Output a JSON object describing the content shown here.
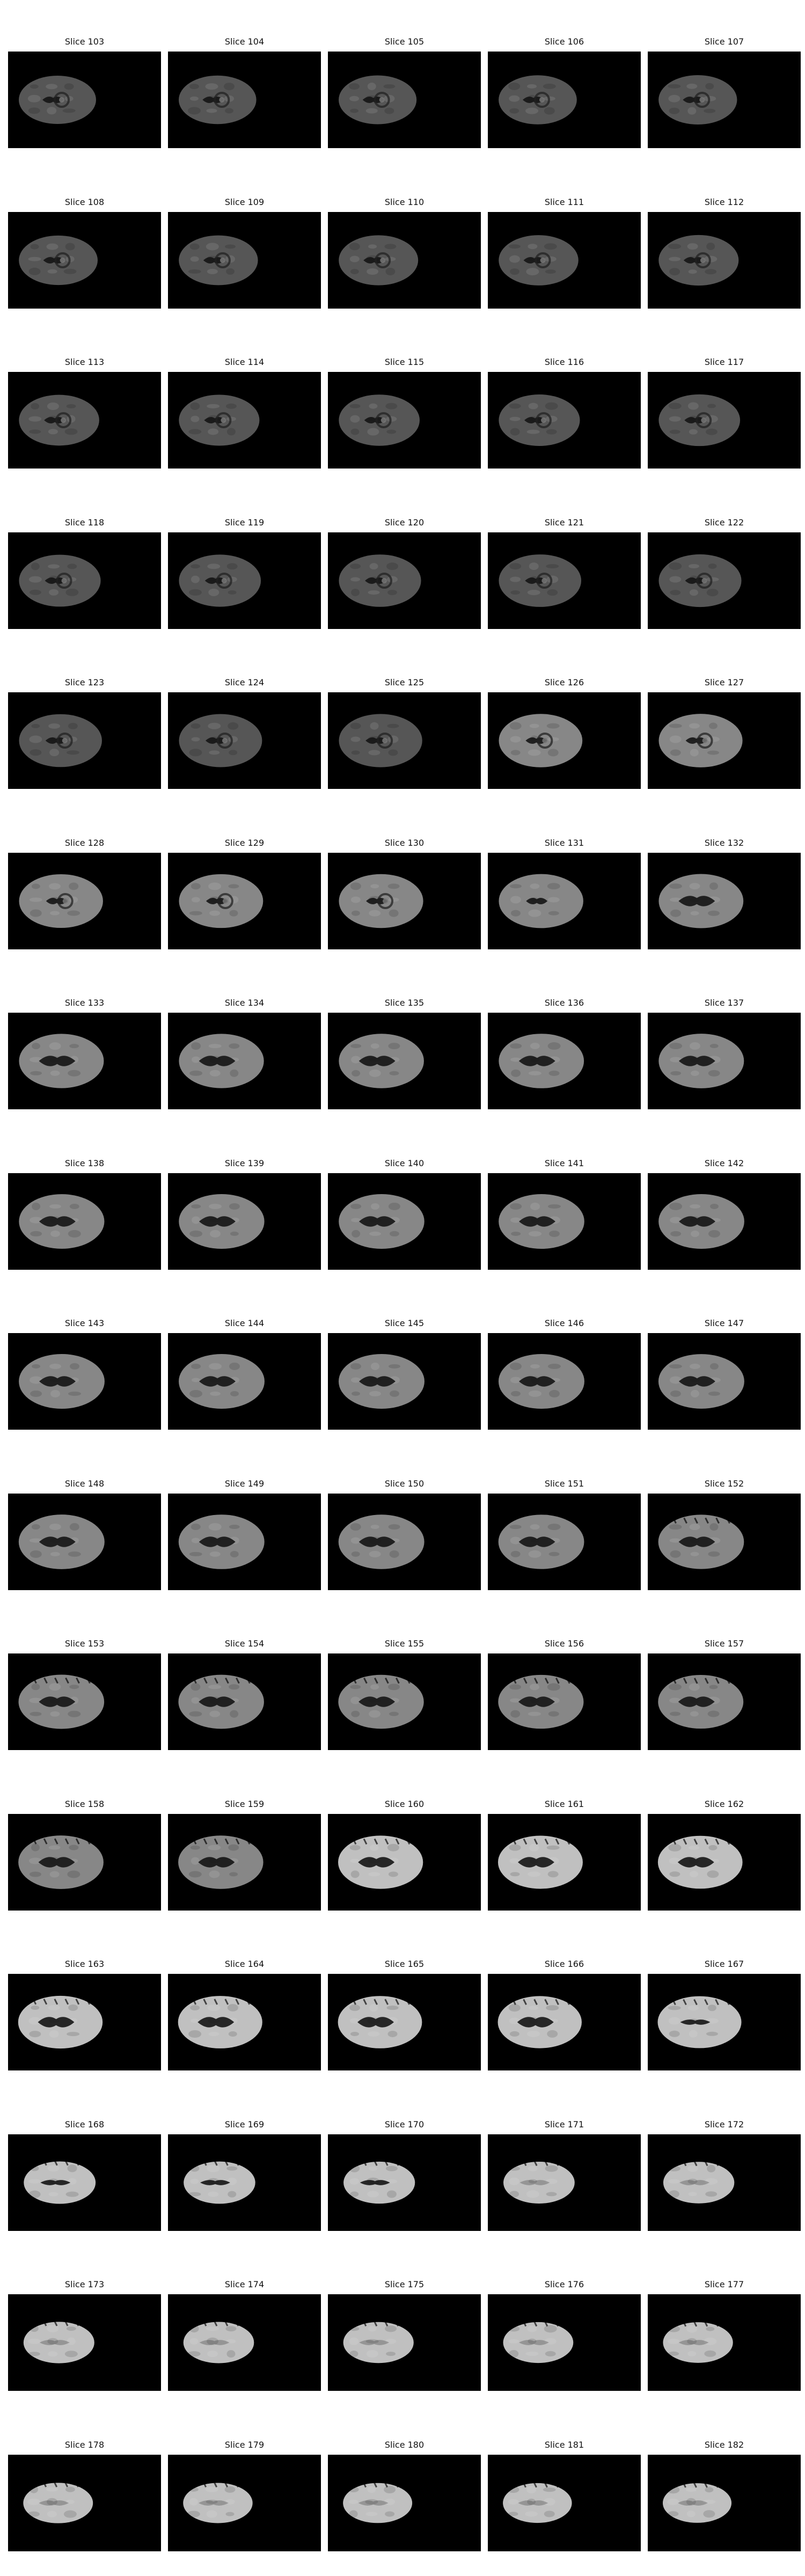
{
  "figure": {
    "columns": 5,
    "colors": {
      "background": "#000000",
      "tissue_dark": "#5a5a5a",
      "tissue_mid": "#8d8d8d",
      "tissue_light": "#c8c8c8",
      "ventricle": "#151515"
    },
    "slices": [
      {
        "title": "Slice 103"
      },
      {
        "title": "Slice 104"
      },
      {
        "title": "Slice 105"
      },
      {
        "title": "Slice 106"
      },
      {
        "title": "Slice 107"
      },
      {
        "title": "Slice 108"
      },
      {
        "title": "Slice 109"
      },
      {
        "title": "Slice 110"
      },
      {
        "title": "Slice 111"
      },
      {
        "title": "Slice 112"
      },
      {
        "title": "Slice 113"
      },
      {
        "title": "Slice 114"
      },
      {
        "title": "Slice 115"
      },
      {
        "title": "Slice 116"
      },
      {
        "title": "Slice 117"
      },
      {
        "title": "Slice 118"
      },
      {
        "title": "Slice 119"
      },
      {
        "title": "Slice 120"
      },
      {
        "title": "Slice 121"
      },
      {
        "title": "Slice 122"
      },
      {
        "title": "Slice 123"
      },
      {
        "title": "Slice 124"
      },
      {
        "title": "Slice 125"
      },
      {
        "title": "Slice 126"
      },
      {
        "title": "Slice 127"
      },
      {
        "title": "Slice 128"
      },
      {
        "title": "Slice 129"
      },
      {
        "title": "Slice 130"
      },
      {
        "title": "Slice 131"
      },
      {
        "title": "Slice 132"
      },
      {
        "title": "Slice 133"
      },
      {
        "title": "Slice 134"
      },
      {
        "title": "Slice 135"
      },
      {
        "title": "Slice 136"
      },
      {
        "title": "Slice 137"
      },
      {
        "title": "Slice 138"
      },
      {
        "title": "Slice 139"
      },
      {
        "title": "Slice 140"
      },
      {
        "title": "Slice 141"
      },
      {
        "title": "Slice 142"
      },
      {
        "title": "Slice 143"
      },
      {
        "title": "Slice 144"
      },
      {
        "title": "Slice 145"
      },
      {
        "title": "Slice 146"
      },
      {
        "title": "Slice 147"
      },
      {
        "title": "Slice 148"
      },
      {
        "title": "Slice 149"
      },
      {
        "title": "Slice 150"
      },
      {
        "title": "Slice 151"
      },
      {
        "title": "Slice 152"
      },
      {
        "title": "Slice 153"
      },
      {
        "title": "Slice 154"
      },
      {
        "title": "Slice 155"
      },
      {
        "title": "Slice 156"
      },
      {
        "title": "Slice 157"
      },
      {
        "title": "Slice 158"
      },
      {
        "title": "Slice 159"
      },
      {
        "title": "Slice 160"
      },
      {
        "title": "Slice 161"
      },
      {
        "title": "Slice 162"
      },
      {
        "title": "Slice 163"
      },
      {
        "title": "Slice 164"
      },
      {
        "title": "Slice 165"
      },
      {
        "title": "Slice 166"
      },
      {
        "title": "Slice 167"
      },
      {
        "title": "Slice 168"
      },
      {
        "title": "Slice 169"
      },
      {
        "title": "Slice 170"
      },
      {
        "title": "Slice 171"
      },
      {
        "title": "Slice 172"
      },
      {
        "title": "Slice 173"
      },
      {
        "title": "Slice 174"
      },
      {
        "title": "Slice 175"
      },
      {
        "title": "Slice 176"
      },
      {
        "title": "Slice 177"
      },
      {
        "title": "Slice 178"
      },
      {
        "title": "Slice 179"
      },
      {
        "title": "Slice 180"
      },
      {
        "title": "Slice 181"
      },
      {
        "title": "Slice 182"
      }
    ]
  }
}
